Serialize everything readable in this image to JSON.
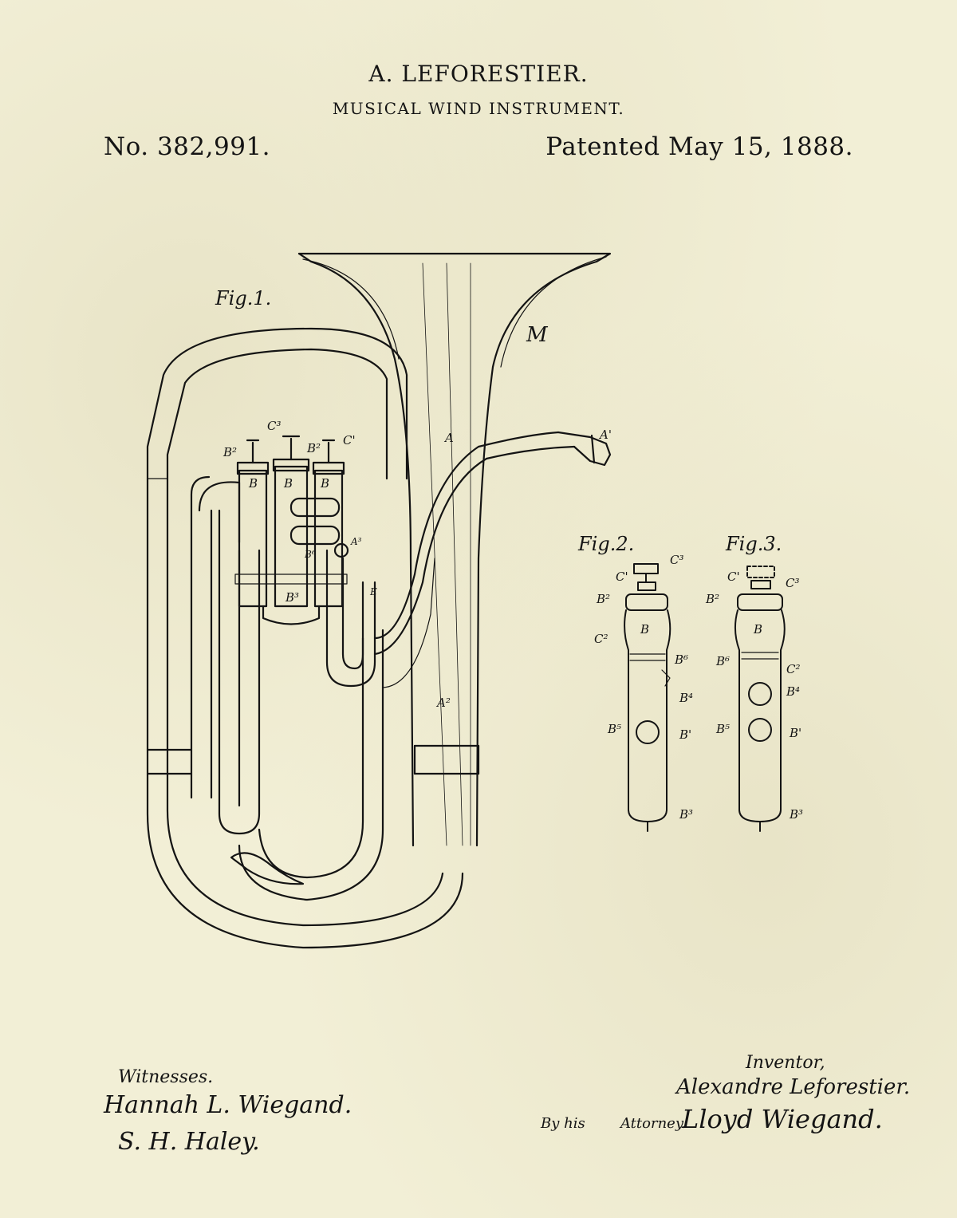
{
  "header": {
    "inventor": "A. LEFORESTIER.",
    "title": "MUSICAL WIND INSTRUMENT.",
    "number": "No. 382,991.",
    "date": "Patented May 15, 1888."
  },
  "figures": {
    "fig1": "Fig.1.",
    "fig2": "Fig.2.",
    "fig3": "Fig.3."
  },
  "refs": {
    "M": "M",
    "A": "A",
    "A1": "A'",
    "A2": "A²",
    "C3": "C³",
    "C1": "C'",
    "B": "B",
    "B1": "B'",
    "B2": "B²",
    "B3": "B³",
    "B4": "B⁴",
    "B5": "B⁵",
    "B6": "B⁶",
    "C2": "C²",
    "A3": "A³",
    "E": "E"
  },
  "signatures": {
    "witnesses_label": "Witnesses.",
    "witness_1": "Hannah L. Wiegand.",
    "witness_2": "S. H. Haley.",
    "inventor_label": "Inventor,",
    "inventor_sig": "Alexandre Leforestier.",
    "by_his": "By his",
    "attorney_label": "Attorney.",
    "attorney_sig": "Lloyd Wiegand."
  },
  "colors": {
    "paper": "#f2efd6",
    "ink": "#141414"
  }
}
